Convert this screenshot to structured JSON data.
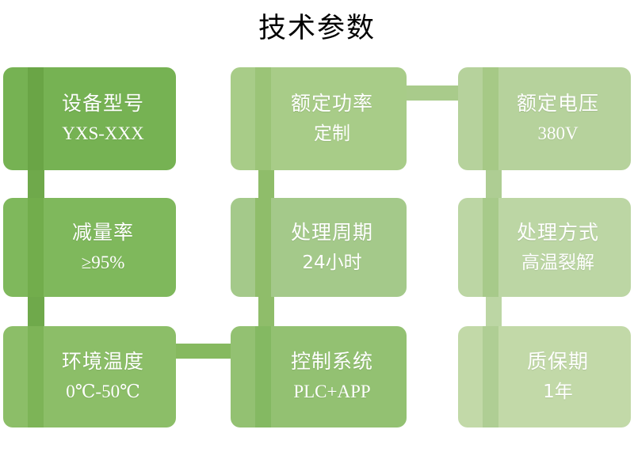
{
  "page": {
    "title": "技术参数",
    "background": "#ffffff"
  },
  "palette": {
    "green_dark": "#76B253",
    "green_mid": "#8CBE68",
    "green_light": "#A8CC88",
    "green_lighter": "#B9D4A0",
    "green_lightest": "#C3DAAC",
    "connector_dark": "#6FA94B",
    "connector_mid": "#86B95F",
    "connector_light": "#A9CB8B",
    "connector_lighter": "#BCD6A4",
    "text": "#ffffff",
    "title_text": "#000000"
  },
  "cards": [
    {
      "id": "equipment-model",
      "title": "设备型号",
      "value": "YXS-XXX",
      "fill": "#76B253",
      "band": "#6AA546",
      "value_script": "latin"
    },
    {
      "id": "rated-power",
      "title": "额定功率",
      "value": "定制",
      "fill": "#A8CC88",
      "band": "#9BC477",
      "value_script": "cjk"
    },
    {
      "id": "rated-voltage",
      "title": "额定电压",
      "value": "380V",
      "fill": "#B6D29C",
      "band": "#A6C986",
      "value_script": "latin"
    },
    {
      "id": "reduction-rate",
      "title": "减量率",
      "value": "≥95%",
      "fill": "#7FB85C",
      "band": "#72AD4C",
      "value_script": "latin"
    },
    {
      "id": "processing-cycle",
      "title": "处理周期",
      "value": "24小时",
      "fill": "#A4C98A",
      "band": "#8FBD6A",
      "value_script": "cjk"
    },
    {
      "id": "processing-method",
      "title": "处理方式",
      "value": "高温裂解",
      "fill": "#BCD6A4",
      "band": "#A7CA8A",
      "value_script": "cjk"
    },
    {
      "id": "ambient-temperature",
      "title": "环境温度",
      "value": "0℃-50℃",
      "fill": "#8CBE68",
      "band": "#7DB457",
      "value_script": "latin"
    },
    {
      "id": "control-system",
      "title": "控制系统",
      "value": "PLC+APP",
      "fill": "#93C172",
      "band": "#84B962",
      "value_script": "latin"
    },
    {
      "id": "warranty-period",
      "title": "质保期",
      "value": "1年",
      "fill": "#C2D9A8",
      "band": "#AFCE94",
      "value_script": "cjk"
    }
  ],
  "connectors": [
    {
      "id": "col1-row1-row2",
      "orientation": "vertical",
      "color": "#6FA94B"
    },
    {
      "id": "col1-row2-row3",
      "orientation": "vertical",
      "color": "#6FA94B"
    },
    {
      "id": "col2-row1-row2",
      "orientation": "vertical",
      "color": "#8FBD6A"
    },
    {
      "id": "col2-row2-row3",
      "orientation": "vertical",
      "color": "#8FBD6A"
    },
    {
      "id": "col3-row1-row2",
      "orientation": "vertical",
      "color": "#AECD93"
    },
    {
      "id": "col3-row2-row3",
      "orientation": "vertical",
      "color": "#BCD6A4"
    },
    {
      "id": "row1-col2-col3",
      "orientation": "horizontal",
      "color": "#A9CB8B"
    },
    {
      "id": "row3-col1-col2",
      "orientation": "horizontal",
      "color": "#86B95F"
    }
  ]
}
